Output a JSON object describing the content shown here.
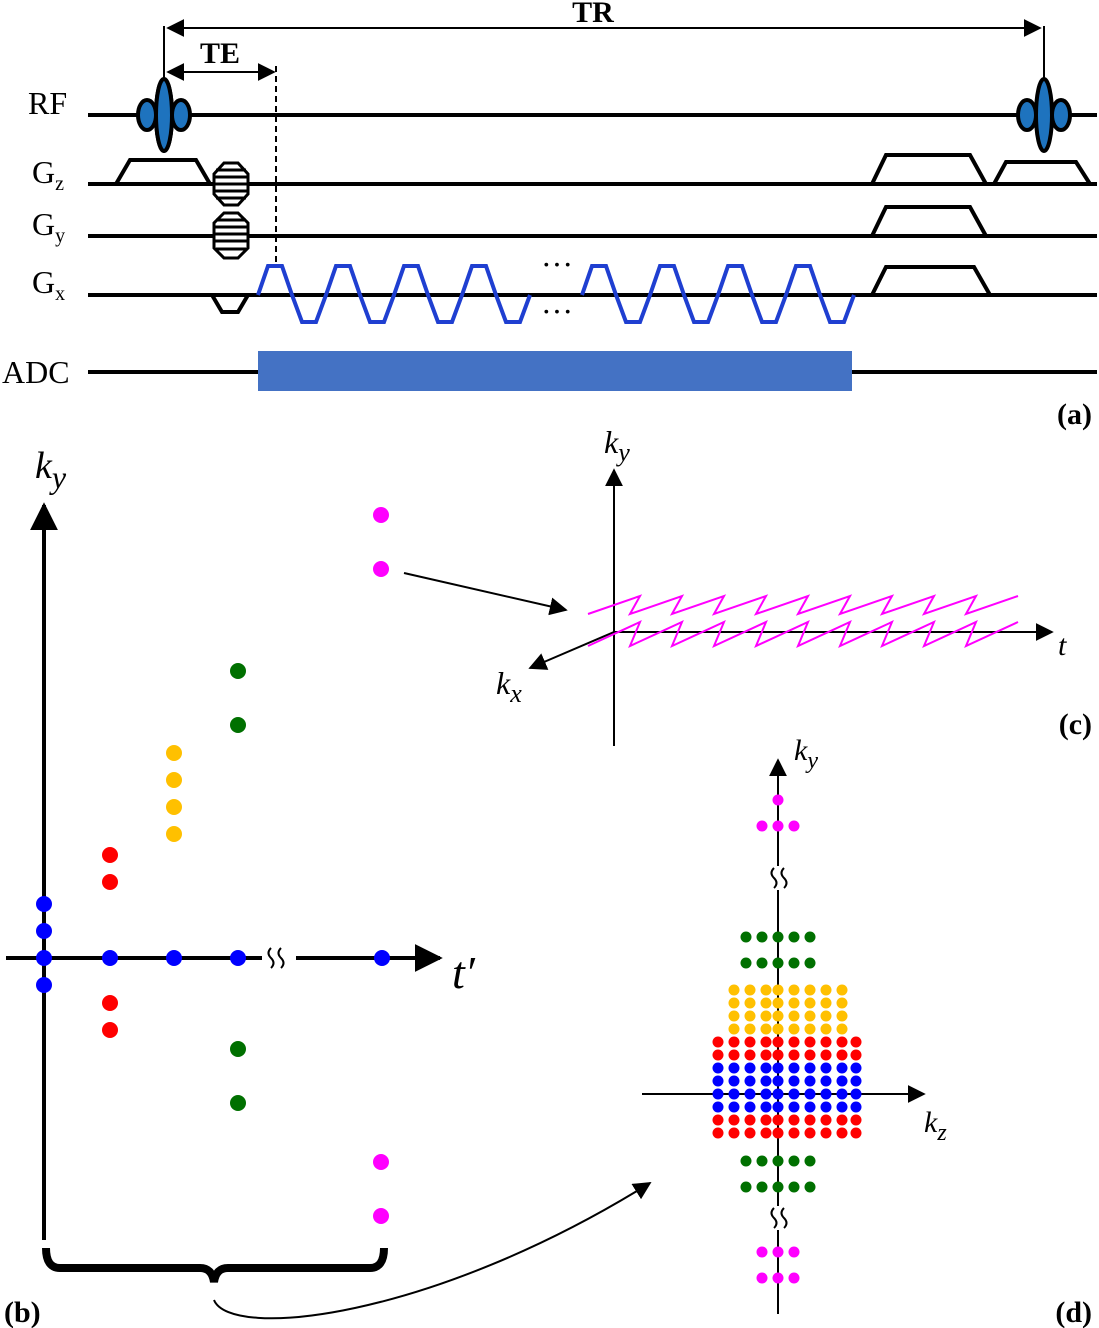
{
  "panels": {
    "a": {
      "tag": "(a)",
      "tr_label": "TR",
      "te_label": "TE",
      "rows": [
        {
          "key": "rf",
          "label": "RF",
          "sub": ""
        },
        {
          "key": "gz",
          "label": "G",
          "sub": "z"
        },
        {
          "key": "gy",
          "label": "G",
          "sub": "y"
        },
        {
          "key": "gx",
          "label": "G",
          "sub": "x"
        },
        {
          "key": "adc",
          "label": "ADC",
          "sub": ""
        }
      ],
      "ellipsis": "···",
      "colors": {
        "readout": "#1f3fd1",
        "adc_block": "#4472c4",
        "rf_pulse": "#1e73be"
      }
    },
    "b": {
      "tag": "(b)",
      "y_axis_base": "k",
      "y_axis_sub": "y",
      "x_axis_label": "t′",
      "break_mark": "≈"
    },
    "c": {
      "tag": "(c)",
      "ky_base": "k",
      "ky_sub": "y",
      "kx_base": "k",
      "kx_sub": "x",
      "t_label": "t",
      "trajectory_color": "#ff00ff"
    },
    "d": {
      "tag": "(d)",
      "ky_base": "k",
      "ky_sub": "y",
      "kz_base": "k",
      "kz_sub": "z"
    }
  },
  "dot_colors": {
    "blue": "#0000ff",
    "red": "#ff0000",
    "yellow": "#ffc000",
    "green": "#007000",
    "magenta": "#ff00ff"
  }
}
